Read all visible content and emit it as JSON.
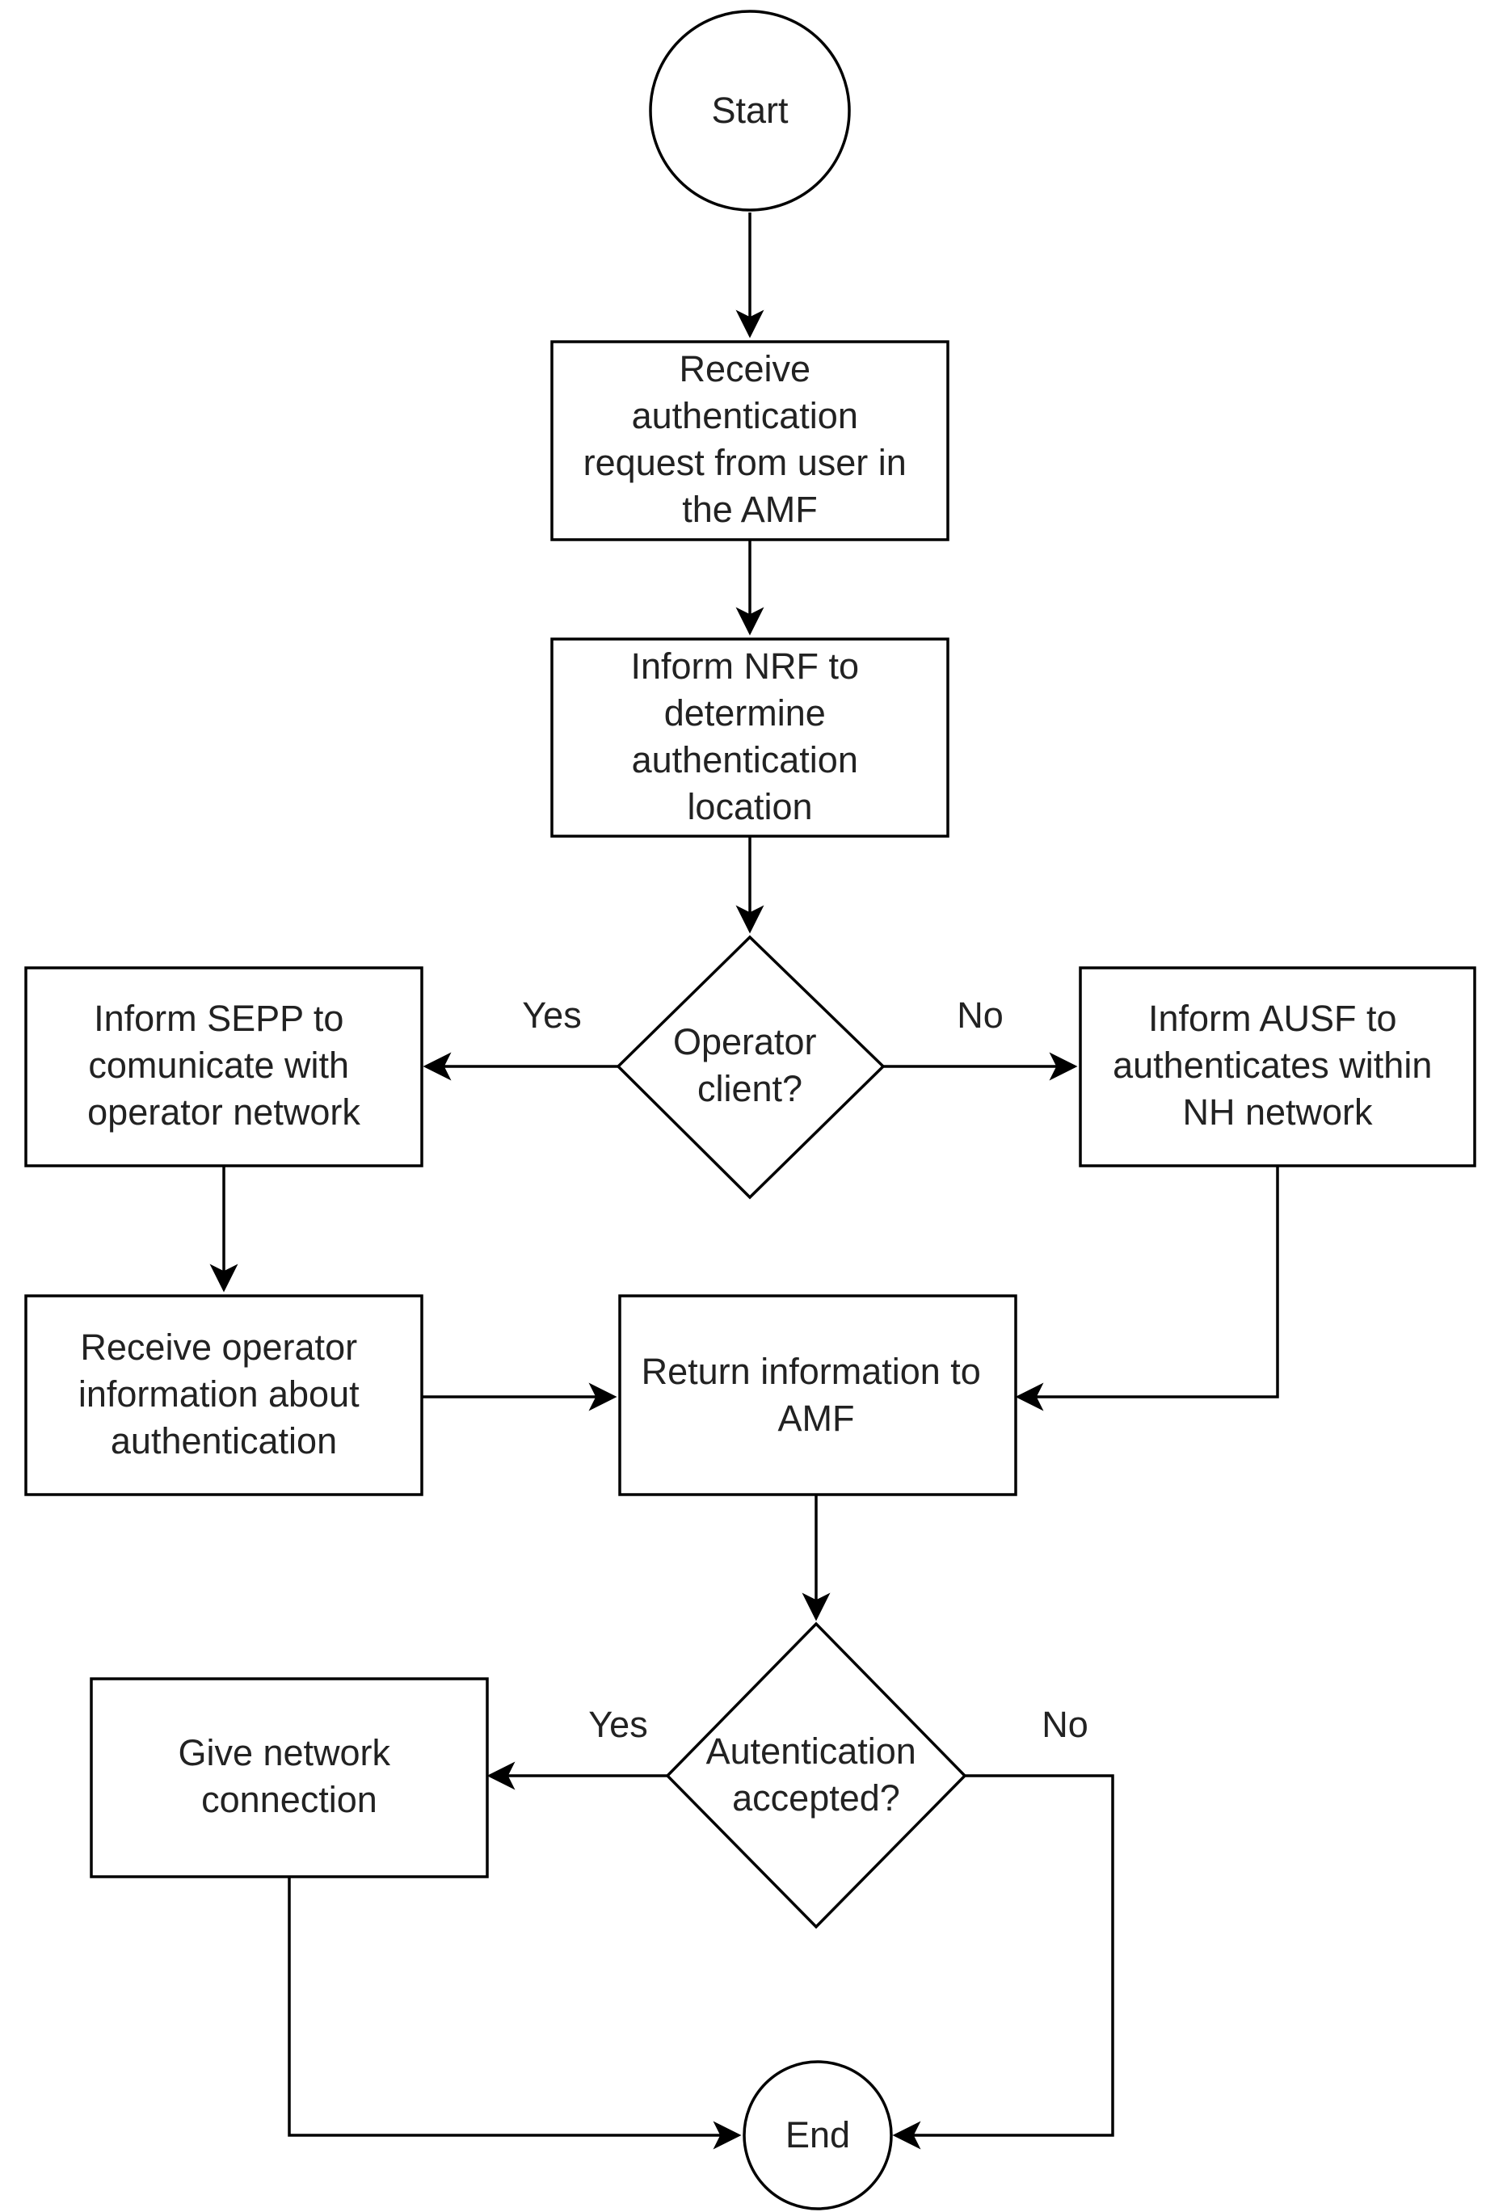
{
  "colors": {
    "background": "#ffffff",
    "stroke": "#000000",
    "text": "#222222"
  },
  "nodes": {
    "start": {
      "lines": [
        "Start"
      ]
    },
    "receive_request": {
      "lines": [
        "Receive",
        "authentication",
        "request from user in",
        "the AMF"
      ]
    },
    "inform_nrf": {
      "lines": [
        "Inform NRF to",
        "determine",
        "authentication",
        "location"
      ]
    },
    "operator_client": {
      "lines": [
        "Operator",
        "client?"
      ]
    },
    "inform_sepp": {
      "lines": [
        "Inform SEPP to",
        "comunicate with",
        "operator network"
      ]
    },
    "inform_ausf": {
      "lines": [
        "Inform AUSF to",
        "authenticates within",
        "NH network"
      ]
    },
    "receive_operator_info": {
      "lines": [
        "Receive operator",
        "information about",
        "authentication"
      ]
    },
    "return_info": {
      "lines": [
        "Return information to",
        "AMF"
      ]
    },
    "auth_accepted": {
      "lines": [
        "Autentication",
        "accepted?"
      ]
    },
    "give_connection": {
      "lines": [
        "Give network",
        "connection"
      ]
    },
    "end": {
      "lines": [
        "End"
      ]
    }
  },
  "edge_labels": {
    "operator_yes": "Yes",
    "operator_no": "No",
    "auth_yes": "Yes",
    "auth_no": "No"
  }
}
